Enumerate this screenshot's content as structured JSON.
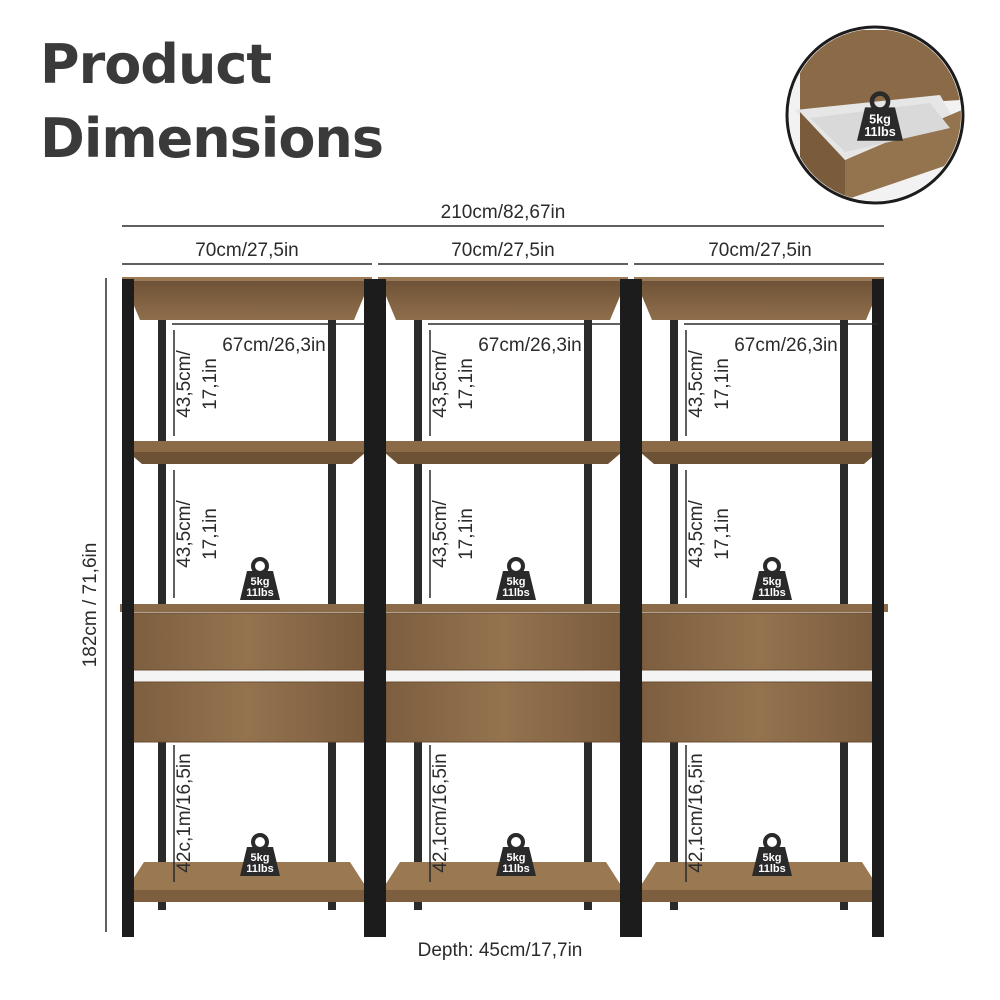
{
  "title": {
    "line1": "Product",
    "line2": "Dimensions"
  },
  "dims": {
    "total_width": "210cm/82,67in",
    "module_width": "70cm/27,5in",
    "inner_width": "67cm/26,3in",
    "height": "182cm / 71,6in",
    "shelf_gap_a": "43,5cm/",
    "shelf_gap_b": "17,1in",
    "bottom_gap_1": "42c,1m/16,5in",
    "bottom_gap_2": "42,1cm/16,5in",
    "bottom_gap_3": "42,1cm/16,5in",
    "depth": "Depth: 45cm/17,7in"
  },
  "weight": {
    "kg": "5kg",
    "lbs": "11lbs"
  },
  "colors": {
    "wood": "#8b6a47",
    "wood_dark": "#6e5236",
    "frame": "#1c1c1c",
    "text": "#2b2b2b"
  }
}
